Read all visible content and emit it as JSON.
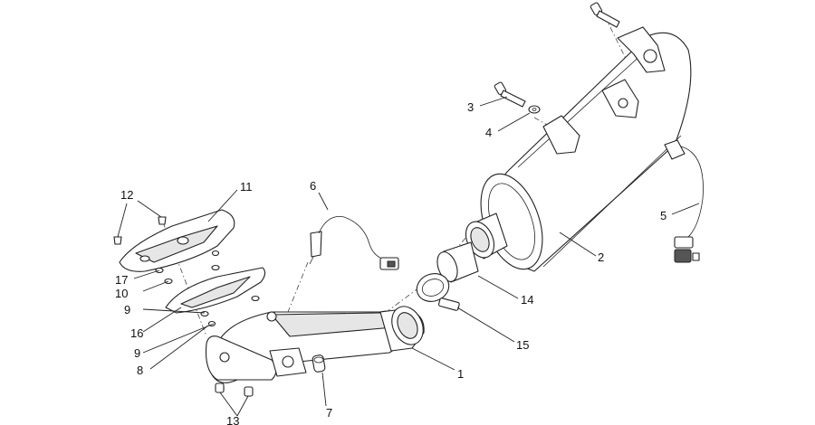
{
  "callouts": [
    {
      "id": "1",
      "label": "1"
    },
    {
      "id": "2",
      "label": "2"
    },
    {
      "id": "3",
      "label": "3"
    },
    {
      "id": "4",
      "label": "4"
    },
    {
      "id": "5",
      "label": "5"
    },
    {
      "id": "6",
      "label": "6"
    },
    {
      "id": "7",
      "label": "7"
    },
    {
      "id": "8",
      "label": "8"
    },
    {
      "id": "9a",
      "label": "9"
    },
    {
      "id": "9b",
      "label": "9"
    },
    {
      "id": "10",
      "label": "10"
    },
    {
      "id": "11",
      "label": "11"
    },
    {
      "id": "12",
      "label": "12"
    },
    {
      "id": "13",
      "label": "13"
    },
    {
      "id": "14",
      "label": "14"
    },
    {
      "id": "15",
      "label": "15"
    },
    {
      "id": "16",
      "label": "16"
    },
    {
      "id": "17",
      "label": "17"
    }
  ]
}
